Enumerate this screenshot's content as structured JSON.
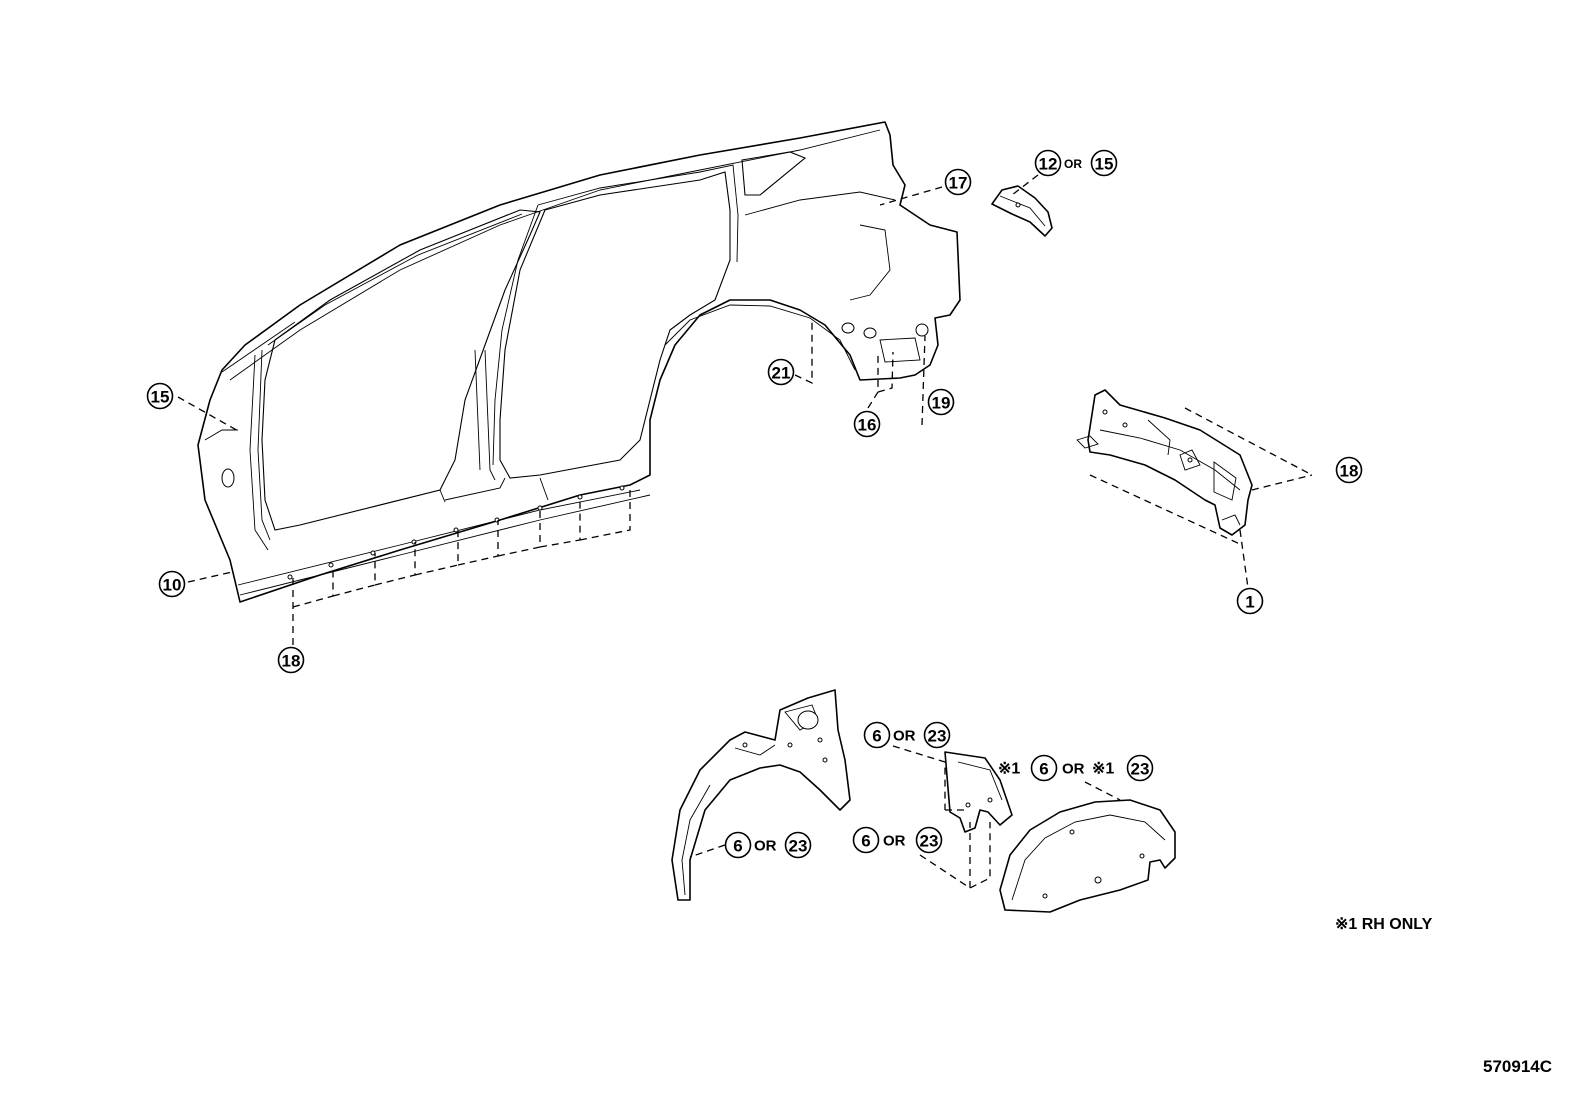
{
  "word_or": "OR",
  "callouts": {
    "c15_left": "15",
    "c10": "10",
    "c18_left": "18",
    "c17": "17",
    "c12": "12",
    "c15_top": "15",
    "c21": "21",
    "c16": "16",
    "c19": "19",
    "c18_right": "18",
    "c1": "1",
    "c6_a": "6",
    "c23_a": "23",
    "c6_b": "6",
    "c23_b": "23",
    "c6_c": "6",
    "c23_c": "23",
    "c6_d": "6",
    "c23_d": "23"
  },
  "mark_note1": "※1",
  "footnote": "※1 RH ONLY",
  "figure_code": "570914C"
}
